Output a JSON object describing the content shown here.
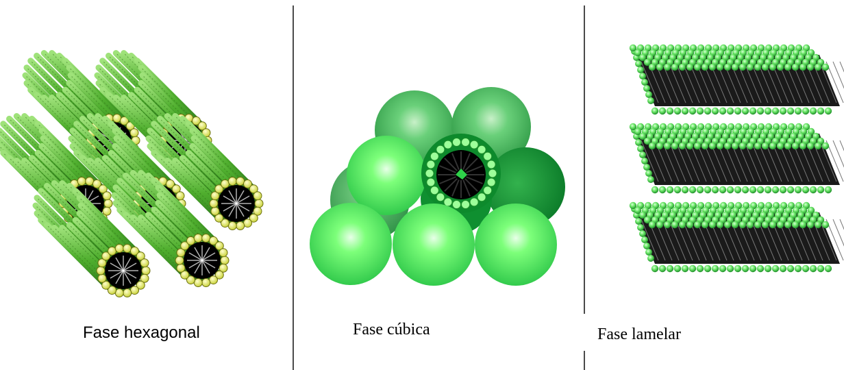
{
  "captions": {
    "hexagonal": "Fase hexagonal",
    "cubic": "Fase cúbica",
    "lamellar": "Fase lamelar"
  },
  "colors": {
    "rod_green": "#5fbf3a",
    "head_yellow": "#e6ef7a",
    "sphere_light": "#7dff7a",
    "sphere_mid": "#3fc95a",
    "sphere_dark": "#0a8a2e",
    "core_black": "#000000",
    "divider": "#4a4a4a"
  }
}
